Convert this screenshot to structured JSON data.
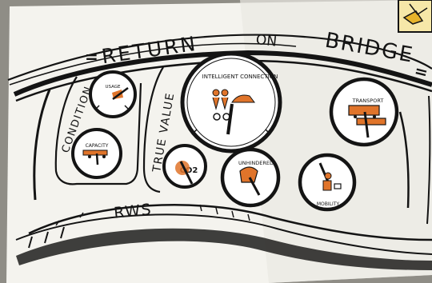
{
  "photo": {
    "banner": {
      "word_return": "RETURN",
      "word_on": "ON",
      "word_bridge": "BRIDGE"
    },
    "left_panel_label": "CONDITION",
    "middle_panel_label": "TRUE VALUE",
    "rail_label": "RWS",
    "gauges": {
      "usage": "USAGE",
      "capacity": "CAPACITY",
      "intelligent_connection": "INTELLIGENT CONNECTION",
      "transport": "TRANSPORT",
      "co2": "CO2",
      "unhindered": "UNHINDERED",
      "mobility": "MOBILITY"
    },
    "colors": {
      "ink": "#141414",
      "accent_orange": "#e0742a",
      "paper": "#f4f3ee",
      "table": "#8f8d86"
    }
  }
}
